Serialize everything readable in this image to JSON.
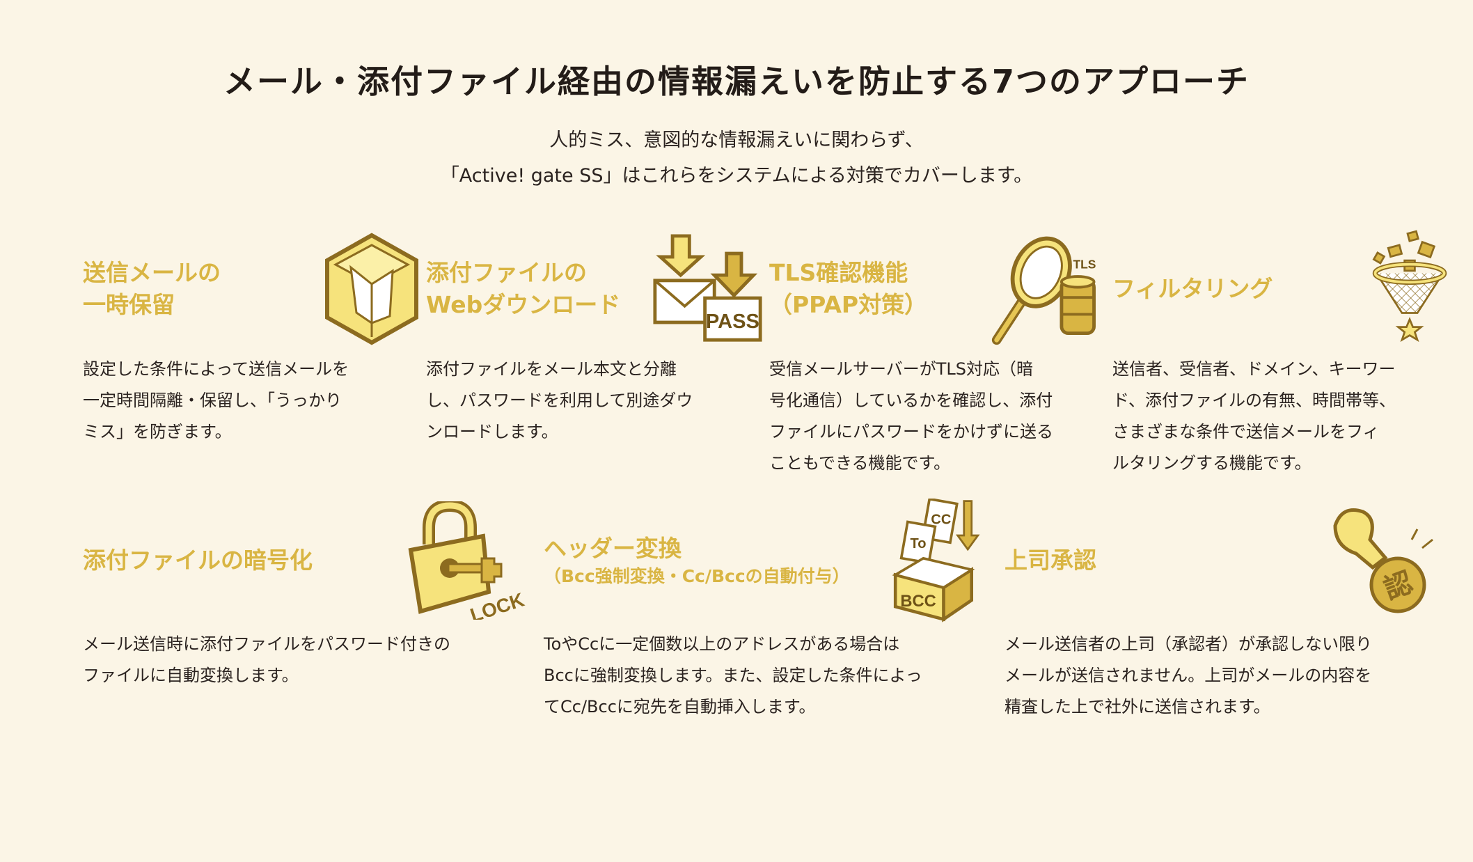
{
  "title": "メール・添付ファイル経由の情報漏えいを防止する7つのアプローチ",
  "subtitle": {
    "line1": "人的ミス、意図的な情報漏えいに関わらず、",
    "line2": "「Active! gate SS」はこれらをシステムによる対策でカバーします。"
  },
  "colors": {
    "background": "#fbf5e6",
    "heading": "#d9b543",
    "icon_fill": "#f6e37c",
    "icon_outline": "#8c6b1f"
  },
  "features": [
    {
      "title1": "送信メールの",
      "title2": "一時保留",
      "icon": "box-mail-icon",
      "desc": "設定した条件によって送信メールを\n一定時間隔離・保留し、「うっかり\nミス」を防ぎます。"
    },
    {
      "title1": "添付ファイルの",
      "title2": "Webダウンロード",
      "icon": "download-pass-icon",
      "icon_text": "PASS",
      "desc": "添付ファイルをメール本文と分離\nし、パスワードを利用して別途ダウ\nンロードします。"
    },
    {
      "title1": "TLS確認機能",
      "title2": "（PPAP対策）",
      "icon": "magnifier-tls-icon",
      "icon_text": "TLS",
      "desc": "受信メールサーバーがTLS対応（暗\n号化通信）しているかを確認し、添付\nファイルにパスワードをかけずに送る\nこともできる機能です。"
    },
    {
      "title1": "フィルタリング",
      "icon": "filter-net-icon",
      "desc": "送信者、受信者、ドメイン、キーワー\nド、添付ファイルの有無、時間帯等、\nさまざまな条件で送信メールをフィ\nルタリングする機能です。"
    },
    {
      "title1": "添付ファイルの暗号化",
      "icon": "padlock-icon",
      "icon_text": "LOCK",
      "desc": "メール送信時に添付ファイルをパスワード付きの\nファイルに自動変換します。"
    },
    {
      "title1": "ヘッダー変換",
      "title2": "（Bcc強制変換・Cc/Bccの自動付与）",
      "icon": "bcc-box-icon",
      "icon_text": [
        "CC",
        "To",
        "BCC"
      ],
      "desc": "ToやCcに一定個数以上のアドレスがある場合は\nBccに強制変換します。また、設定した条件によっ\nてCc/Bccに宛先を自動挿入します。"
    },
    {
      "title1": "上司承認",
      "icon": "approval-stamp-icon",
      "icon_text": "認",
      "desc": "メール送信者の上司（承認者）が承認しない限り\nメールが送信されません。上司がメールの内容を\n精査した上で社外に送信されます。"
    }
  ]
}
